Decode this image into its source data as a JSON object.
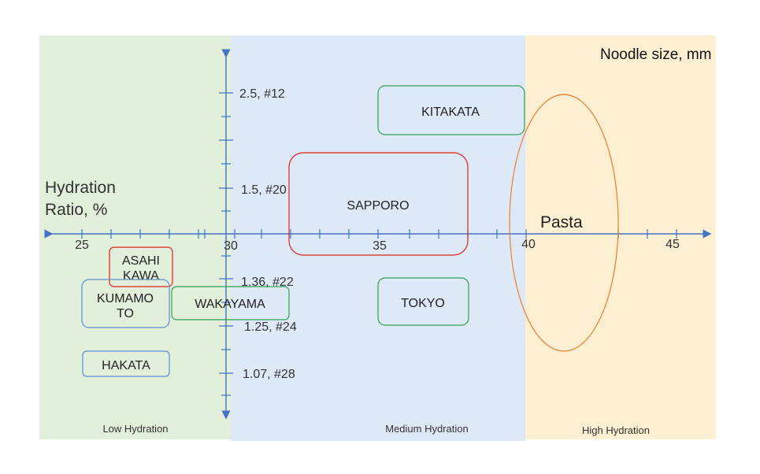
{
  "colors": {
    "low_zone": "#e2efda",
    "medium_zone": "#dde9f6",
    "high_zone": "#fdf0d2",
    "axis": "#4472c4",
    "green_box": "#2e9e4f",
    "red_box": "#e02020",
    "blue_box": "#5b8fd0",
    "orange_ellipse": "#ed7d31"
  },
  "axes": {
    "x_title_line1": "Hydration",
    "x_title_line2": "Ratio, %",
    "y_title": "Noodle size, mm",
    "x_ticks": [
      {
        "value": 25,
        "label": "25"
      },
      {
        "value": 30,
        "label": "30"
      },
      {
        "value": 35,
        "label": "35"
      },
      {
        "value": 40,
        "label": "40"
      },
      {
        "value": 45,
        "label": "45"
      }
    ],
    "y_ticks": [
      {
        "label": "2.5, #12"
      },
      {
        "label": "1.5, #20"
      },
      {
        "label": "1.36, #22"
      },
      {
        "label": "1.25, #24"
      },
      {
        "label": "1.07, #28"
      }
    ]
  },
  "zones": {
    "low": "Low Hydration",
    "medium": "Medium Hydration",
    "high": "High Hydration"
  },
  "regions": {
    "kitakata": "KITAKATA",
    "sapporo": "SAPPORO",
    "tokyo": "TOKYO",
    "asahikawa_line1": "ASAHI",
    "asahikawa_line2": "KAWA",
    "kumamoto_line1": "KUMAMO",
    "kumamoto_line2": "TO",
    "wakayama": "WAKAYAMA",
    "hakata": "HAKATA",
    "pasta": "Pasta"
  }
}
